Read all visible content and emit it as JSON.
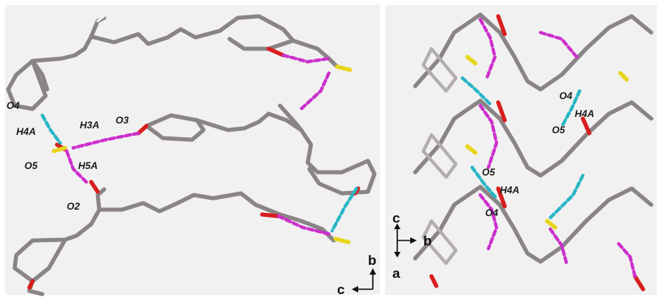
{
  "colors": {
    "bond": "#8a8486",
    "bond_light": "#b3adaf",
    "oxygen": "#d81d1d",
    "sulfur": "#e8d51a",
    "hydrogen": "#f4f4f4",
    "hbond_magenta": "#cc2fcc",
    "hbond_cyan": "#26b6c4",
    "panel_bg": "#f1f1f1",
    "text": "#1a1a1a"
  },
  "left_panel": {
    "atom_labels": {
      "o4": "O4",
      "h4a": "H4A",
      "h3a": "H3A",
      "o3": "O3",
      "o5": "O5",
      "h5a": "H5A",
      "o2": "O2"
    },
    "axes": {
      "up": "b",
      "left": "c"
    }
  },
  "right_panel": {
    "atom_labels": {
      "o4_top": "O4",
      "h4a_top": "H4A",
      "o5_top": "O5",
      "o5_bottom": "O5",
      "h4a_bottom": "H4A",
      "o4_bottom": "O4"
    },
    "axes": {
      "up": "c",
      "right": "b",
      "down": "a"
    }
  }
}
